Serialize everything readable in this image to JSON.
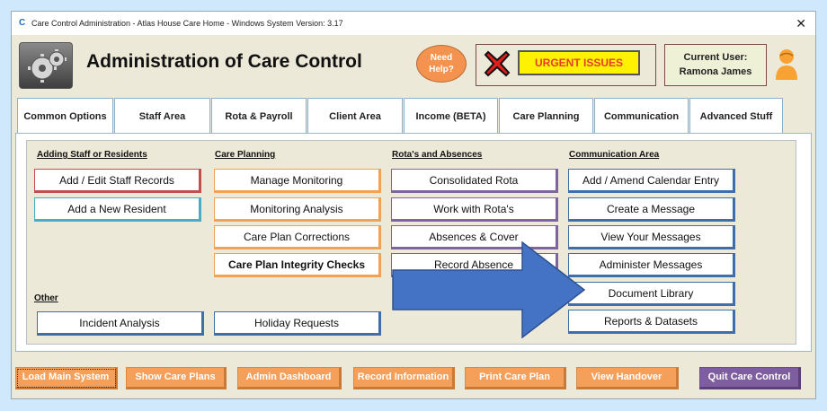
{
  "window": {
    "title": "Care Control Administration - Atlas House Care Home - Windows System Version: 3.17",
    "close_glyph": "✕"
  },
  "header": {
    "app_title": "Administration of Care Control",
    "help_line1": "Need",
    "help_line2": "Help?",
    "urgent_label": "URGENT ISSUES",
    "user_label": "Current User:",
    "user_name": "Ramona James"
  },
  "tabs": [
    {
      "label": "Common Options",
      "active": true
    },
    {
      "label": "Staff Area"
    },
    {
      "label": "Rota & Payroll"
    },
    {
      "label": "Client Area"
    },
    {
      "label": "Income (BETA)"
    },
    {
      "label": "Care Planning"
    },
    {
      "label": "Communication"
    },
    {
      "label": "Advanced Stuff"
    }
  ],
  "sections": {
    "staff_residents": {
      "heading": "Adding Staff or Residents",
      "buttons": [
        "Add / Edit Staff Records",
        "Add a New Resident"
      ]
    },
    "other": {
      "heading": "Other",
      "buttons": [
        "Incident Analysis"
      ]
    },
    "care_planning": {
      "heading": "Care Planning",
      "buttons": [
        "Manage Monitoring",
        "Monitoring Analysis",
        "Care Plan Corrections",
        "Care Plan Integrity Checks",
        "Holiday Requests"
      ]
    },
    "rotas": {
      "heading": "Rota's and Absences",
      "buttons": [
        "Consolidated Rota",
        "Work with Rota's",
        "Absences & Cover",
        "Record Absence"
      ]
    },
    "communication": {
      "heading": "Communication Area",
      "buttons": [
        "Add / Amend Calendar Entry",
        "Create a Message",
        "View Your Messages",
        "Administer Messages",
        "Document Library",
        "Reports & Datasets"
      ]
    }
  },
  "footer": {
    "buttons": [
      "Load Main System",
      "Show Care Plans",
      "Admin Dashboard",
      "Record Information",
      "Print Care Plan",
      "View Handover",
      "Quit Care Control"
    ]
  },
  "colors": {
    "orange_button": "#f4a05a",
    "quit_button": "#7f5ea0",
    "arrow": "#4472c4",
    "urgent_background": "#fff200",
    "urgent_text": "#e63a2e"
  },
  "icons": {
    "app": "care-control-app-icon",
    "logo": "gears-icon",
    "urgent": "red-x-icon",
    "user": "user-avatar-icon",
    "pointer": "big-right-arrow"
  }
}
